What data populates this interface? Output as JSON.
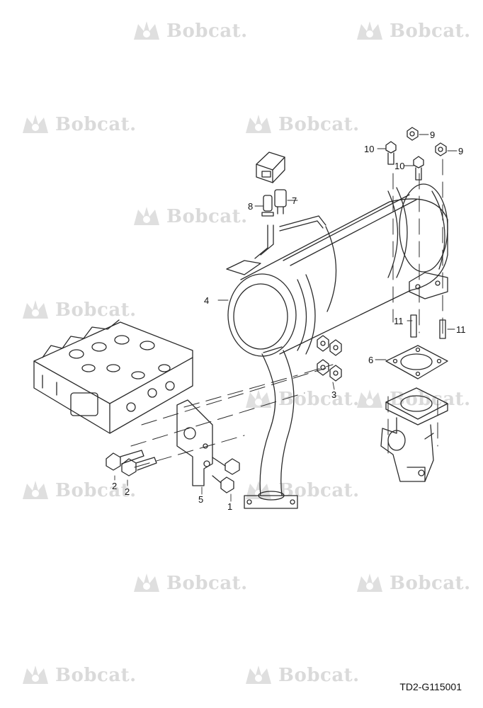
{
  "watermark": {
    "text": "Bobcat."
  },
  "drawing_code": "TD2-G115001",
  "callouts": {
    "c1": "1",
    "c2a": "2",
    "c2b": "2",
    "c3": "3",
    "c4": "4",
    "c5": "5",
    "c6": "6",
    "c7": "7",
    "c8": "8",
    "c9a": "9",
    "c9b": "9",
    "c10a": "10",
    "c10b": "10",
    "c11a": "11",
    "c11b": "11"
  },
  "colors": {
    "line": "#2a2a2a",
    "watermark": "#d2d2d2",
    "background": "#ffffff"
  }
}
